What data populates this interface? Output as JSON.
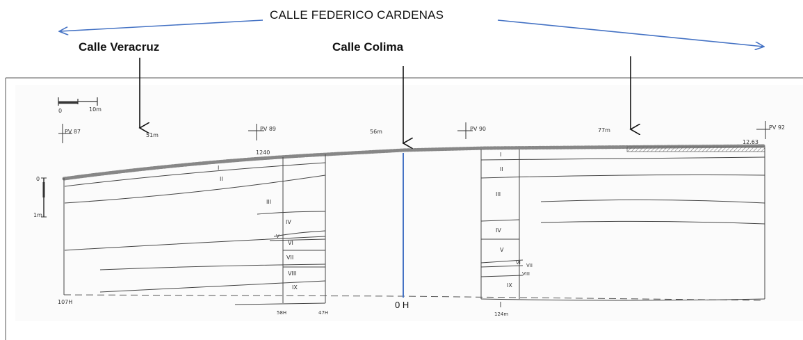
{
  "streets": {
    "main": "CALLE FEDERICO CARDENAS",
    "left": "Calle Veracruz",
    "center": "Calle Colima"
  },
  "scale_bar": {
    "start": "0",
    "end": "10m"
  },
  "depth_scale": {
    "top": "0",
    "bottom": "1m"
  },
  "stations": {
    "pv87": "PV 87",
    "pv89": "PV 89",
    "pv90": "PV 90",
    "pv92": "PV 92"
  },
  "distances": {
    "d1": "51m",
    "d2": "56m",
    "d3": "77m"
  },
  "elevations": {
    "e1": "1240",
    "e2": "12.63"
  },
  "layers_left": [
    "I",
    "II",
    "III",
    "IV",
    "V",
    "VI",
    "VII",
    "VIII",
    "IX"
  ],
  "layers_right": [
    "I",
    "II",
    "III",
    "IV",
    "V",
    "VI",
    "VII",
    "VIII",
    "IX"
  ],
  "bottom_labels": {
    "b1": "107H",
    "b2": "58H",
    "b3": "47H",
    "center": "0 H",
    "b4": "124m"
  },
  "colors": {
    "accent_blue": "#4472c4",
    "ink": "#333333"
  }
}
